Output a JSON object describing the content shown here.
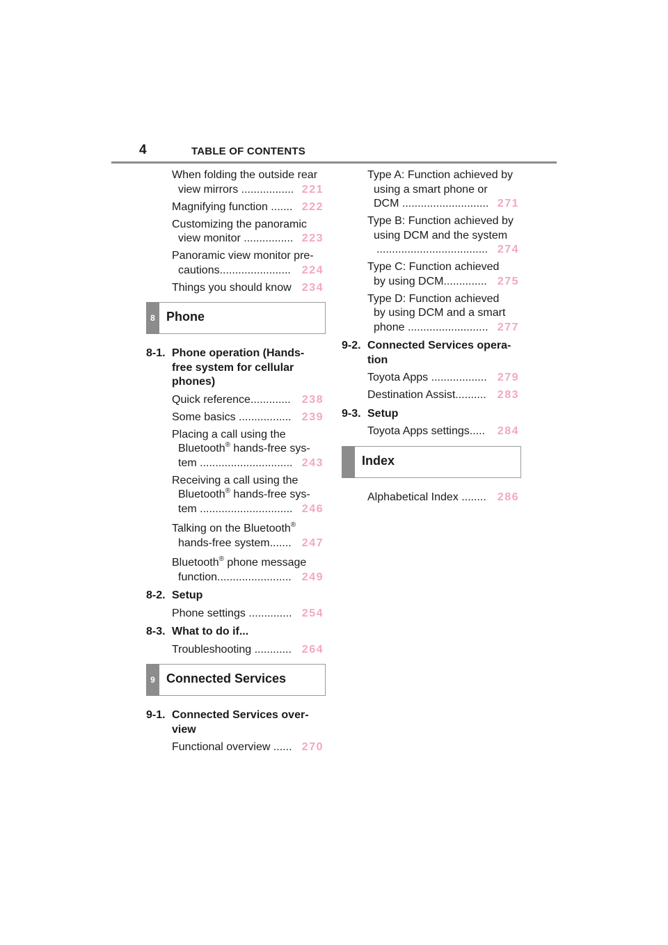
{
  "header": {
    "page_number": "4",
    "title": "TABLE OF CONTENTS"
  },
  "left": {
    "top_entries": [
      {
        "lines": [
          "When folding the outside rear",
          "view mirrors ................."
        ],
        "page": "221"
      },
      {
        "lines": [
          "Magnifying function ......."
        ],
        "page": "222"
      },
      {
        "lines": [
          "Customizing the panoramic",
          "view monitor ................"
        ],
        "page": "223"
      },
      {
        "lines": [
          "Panoramic view monitor pre-",
          "cautions......................."
        ],
        "page": "224"
      },
      {
        "lines": [
          "Things you should know"
        ],
        "page": "234"
      }
    ],
    "phone_box": {
      "tab": "8",
      "title": "Phone"
    },
    "s8_1": {
      "num": "8-1.",
      "title_lines": [
        "Phone operation (Hands-",
        "free system for cellular",
        "phones)"
      ]
    },
    "s8_1_entries": [
      {
        "lines": [
          "Quick reference............."
        ],
        "page": "238"
      },
      {
        "lines": [
          "Some basics ................."
        ],
        "page": "239"
      },
      {
        "l1": "Placing a call using the",
        "l2a": "Bluetooth",
        "sup": "®",
        "l2b": " hands-free sys-",
        "l3": "tem ..............................",
        "page": "243"
      },
      {
        "l1": "Receiving a call using the",
        "l2a": "Bluetooth",
        "sup": "®",
        "l2b": " hands-free sys-",
        "l3": "tem ..............................",
        "page": "246"
      },
      {
        "l1a": "Talking on the Bluetooth",
        "sup": "®",
        "l2": "hands-free system.......",
        "page": "247"
      },
      {
        "l1a": "Bluetooth",
        "sup": "®",
        "l1b": " phone message",
        "l2": "function........................",
        "page": "249"
      }
    ],
    "s8_2": {
      "num": "8-2.",
      "title": "Setup"
    },
    "s8_2_entry": {
      "lines": [
        "Phone settings .............."
      ],
      "page": "254"
    },
    "s8_3": {
      "num": "8-3.",
      "title": "What to do if..."
    },
    "s8_3_entry": {
      "lines": [
        "Troubleshooting ............"
      ],
      "page": "264"
    },
    "cs_box": {
      "tab": "9",
      "title": "Connected Services"
    },
    "s9_1": {
      "num": "9-1.",
      "title_lines": [
        "Connected Services over-",
        "view"
      ]
    },
    "s9_1_entry": {
      "lines": [
        "Functional overview ......"
      ],
      "page": "270"
    }
  },
  "right": {
    "top_entries": [
      {
        "lines": [
          "Type A: Function achieved by",
          "using a smart phone or",
          "DCM ............................"
        ],
        "page": "271"
      },
      {
        "lines": [
          "Type B: Function achieved by",
          "using DCM and the system",
          "...................................."
        ],
        "page": "274"
      },
      {
        "lines": [
          "Type C: Function achieved",
          "by using DCM.............."
        ],
        "page": "275"
      },
      {
        "lines": [
          "Type D: Function achieved",
          "by using DCM and a smart",
          "phone .........................."
        ],
        "page": "277"
      }
    ],
    "s9_2": {
      "num": "9-2.",
      "title_lines": [
        "Connected Services opera-",
        "tion"
      ]
    },
    "s9_2_entries": [
      {
        "lines": [
          "Toyota Apps .................."
        ],
        "page": "279"
      },
      {
        "lines": [
          "Destination Assist.........."
        ],
        "page": "283"
      }
    ],
    "s9_3": {
      "num": "9-3.",
      "title": "Setup"
    },
    "s9_3_entry": {
      "lines": [
        "Toyota Apps settings....."
      ],
      "page": "284"
    },
    "index_box": {
      "title": "Index"
    },
    "index_entry": {
      "lines": [
        "Alphabetical Index ........"
      ],
      "page": "286"
    }
  }
}
